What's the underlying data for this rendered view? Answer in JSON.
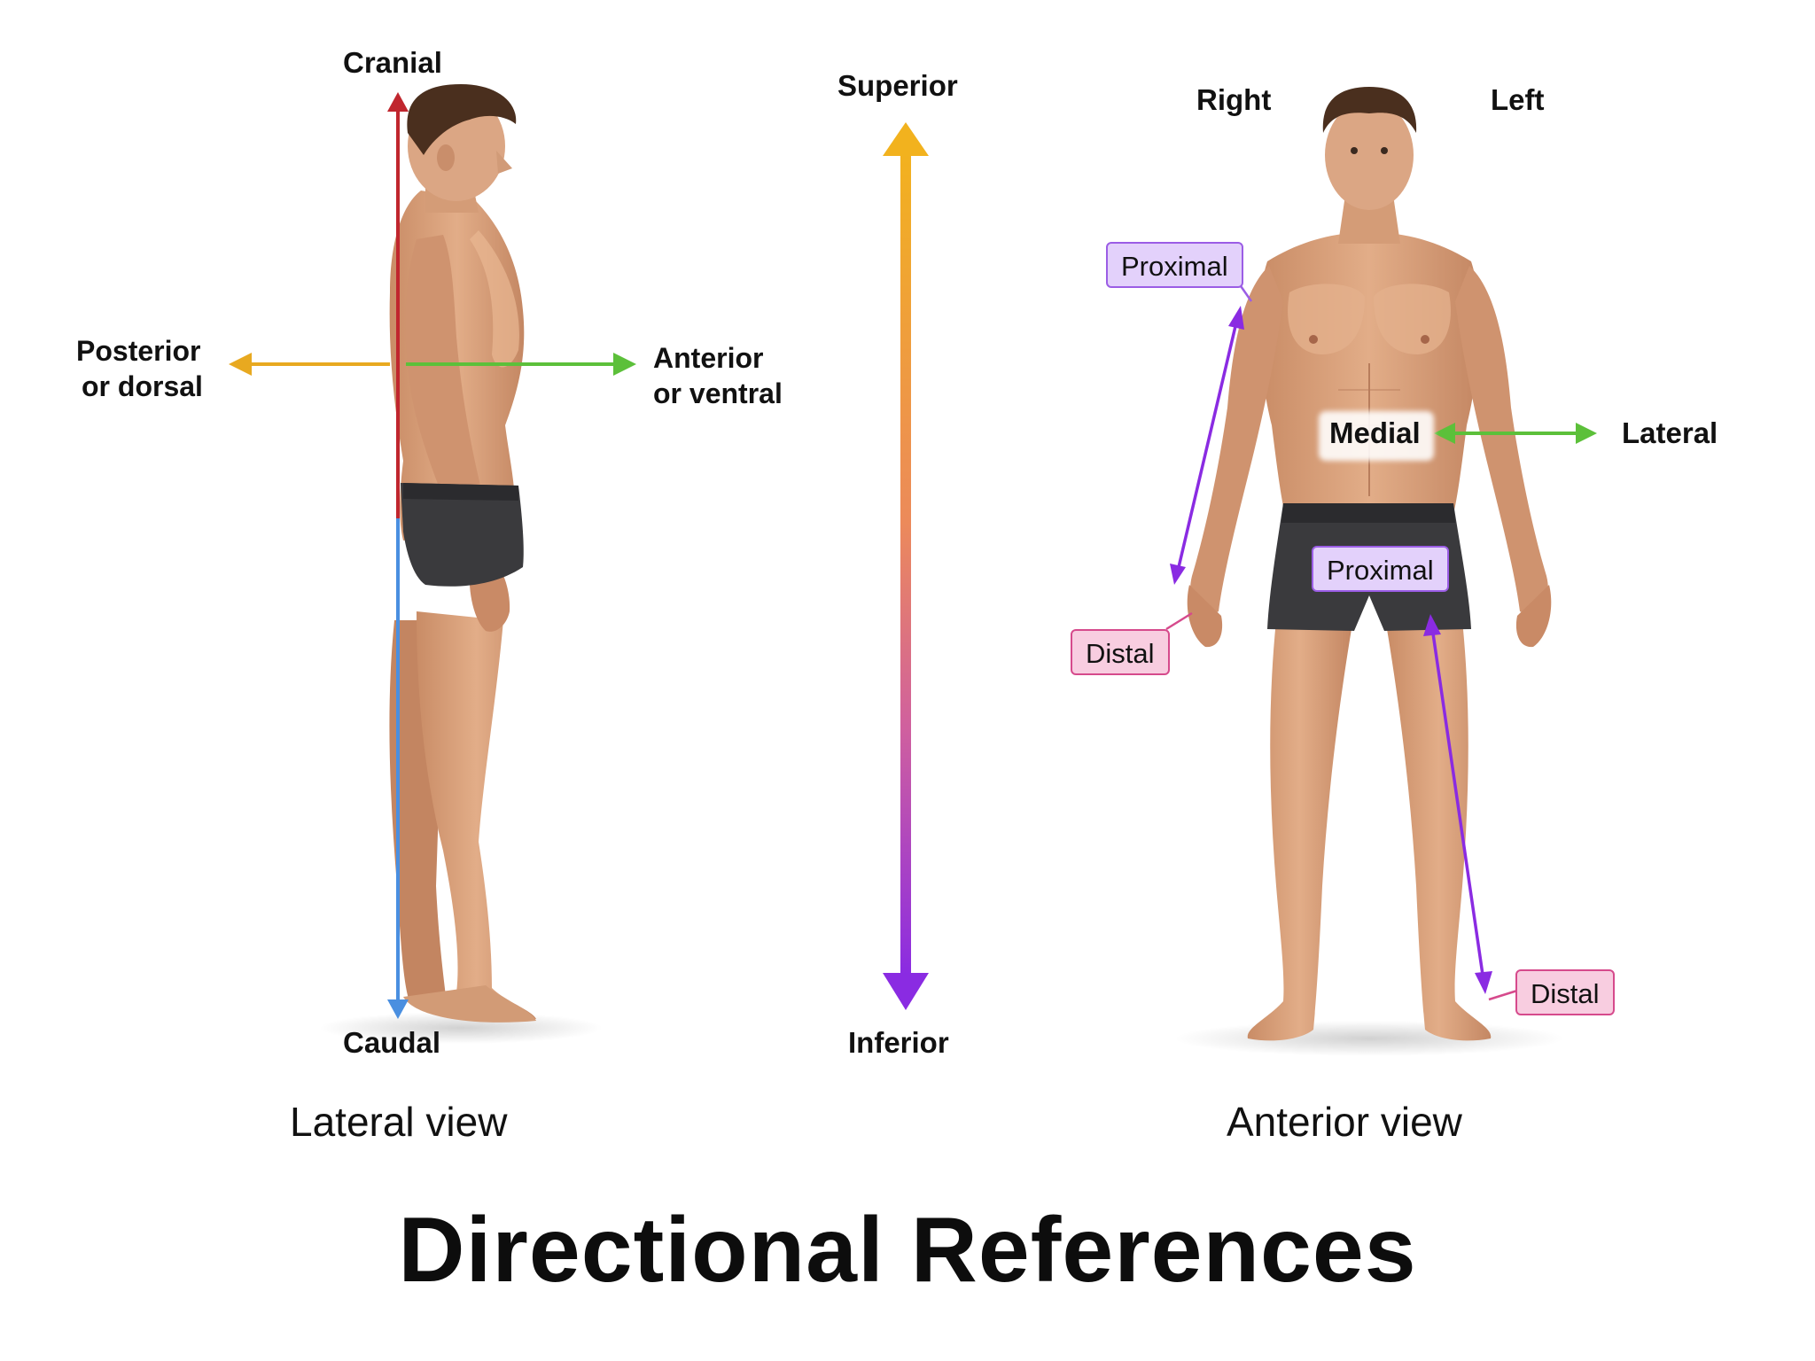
{
  "title": "Directional References",
  "lateral_view": {
    "caption": "Lateral view",
    "cranial": "Cranial",
    "caudal": "Caudal",
    "posterior": [
      "Posterior",
      "or dorsal"
    ],
    "anterior": [
      "Anterior",
      "or ventral"
    ]
  },
  "center_axis": {
    "superior": "Superior",
    "inferior": "Inferior"
  },
  "anterior_view": {
    "caption": "Anterior view",
    "right": "Right",
    "left": "Left",
    "medial": "Medial",
    "lateral": "Lateral",
    "arm_proximal": "Proximal",
    "arm_distal": "Distal",
    "leg_proximal": "Proximal",
    "leg_distal": "Distal"
  },
  "colors": {
    "cranial_arrow": "#c0262e",
    "caudal_arrow": "#4a8fe0",
    "posterior_arrow": "#e8a920",
    "anterior_arrow": "#5cc03a",
    "superior_color": "#f0b020",
    "inferior_color": "#8a2be2",
    "proximal_distal_arrow": "#8a2be2",
    "proximal_tag_fill": "#e3d1fb",
    "distal_tag_fill": "#f8cde0",
    "distal_connector": "#d64a8c",
    "skin": "#d9a07c",
    "shorts": "#3a3a3d",
    "hair": "#4a2f1e"
  },
  "icons": {
    "lateral_figure": "human-figure-side-icon",
    "anterior_figure": "human-figure-front-icon"
  }
}
